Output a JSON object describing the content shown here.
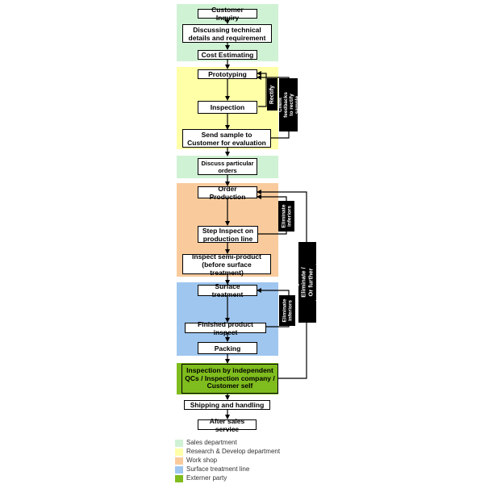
{
  "colors": {
    "sales": "#d0f2d4",
    "research": "#ffffa8",
    "workshop": "#f9cb9c",
    "surface": "#9fc6ef",
    "external": "#7fbc1e"
  },
  "steps": {
    "customer_inquiry": "Customer Inquiry",
    "discussing": "Discussing technical details and requirement",
    "cost_estimating": "Cost Estimating",
    "prototyping": "Prototyping",
    "inspection": "Inspection",
    "send_sample": "Send sample to Customer for evaluation",
    "discuss_orders": "Discuss particular orders",
    "order_production": "Order Production",
    "step_inspect": "Step Inspect on production line",
    "inspect_semi": "Inspect semi-product (before surface treatment)",
    "surface_treatment": "Surface treatment",
    "finished_inspect": "Finished product inspect",
    "packing": "Packing",
    "independent_inspection": "Inspection by independent QCs / Inspection company / Customer self",
    "shipping": "Shipping and handling",
    "after_sales": "After sales service"
  },
  "side_labels": {
    "rectify": "Rectify",
    "client_feedback": "Client feedbacks to rectify sample",
    "eliminate_1": "Eliminate inferiors",
    "eliminate_2": "Eliminate inferiors",
    "reject": "Reject / Eliminate / Or further Improvement"
  },
  "legend": [
    {
      "label": "Sales department",
      "color": "#d0f2d4"
    },
    {
      "label": "Research & Develop department",
      "color": "#ffffa8"
    },
    {
      "label": "Work shop",
      "color": "#f9cb9c"
    },
    {
      "label": "Surface treatment line",
      "color": "#9fc6ef"
    },
    {
      "label": "Externer party",
      "color": "#7fbc1e"
    }
  ]
}
